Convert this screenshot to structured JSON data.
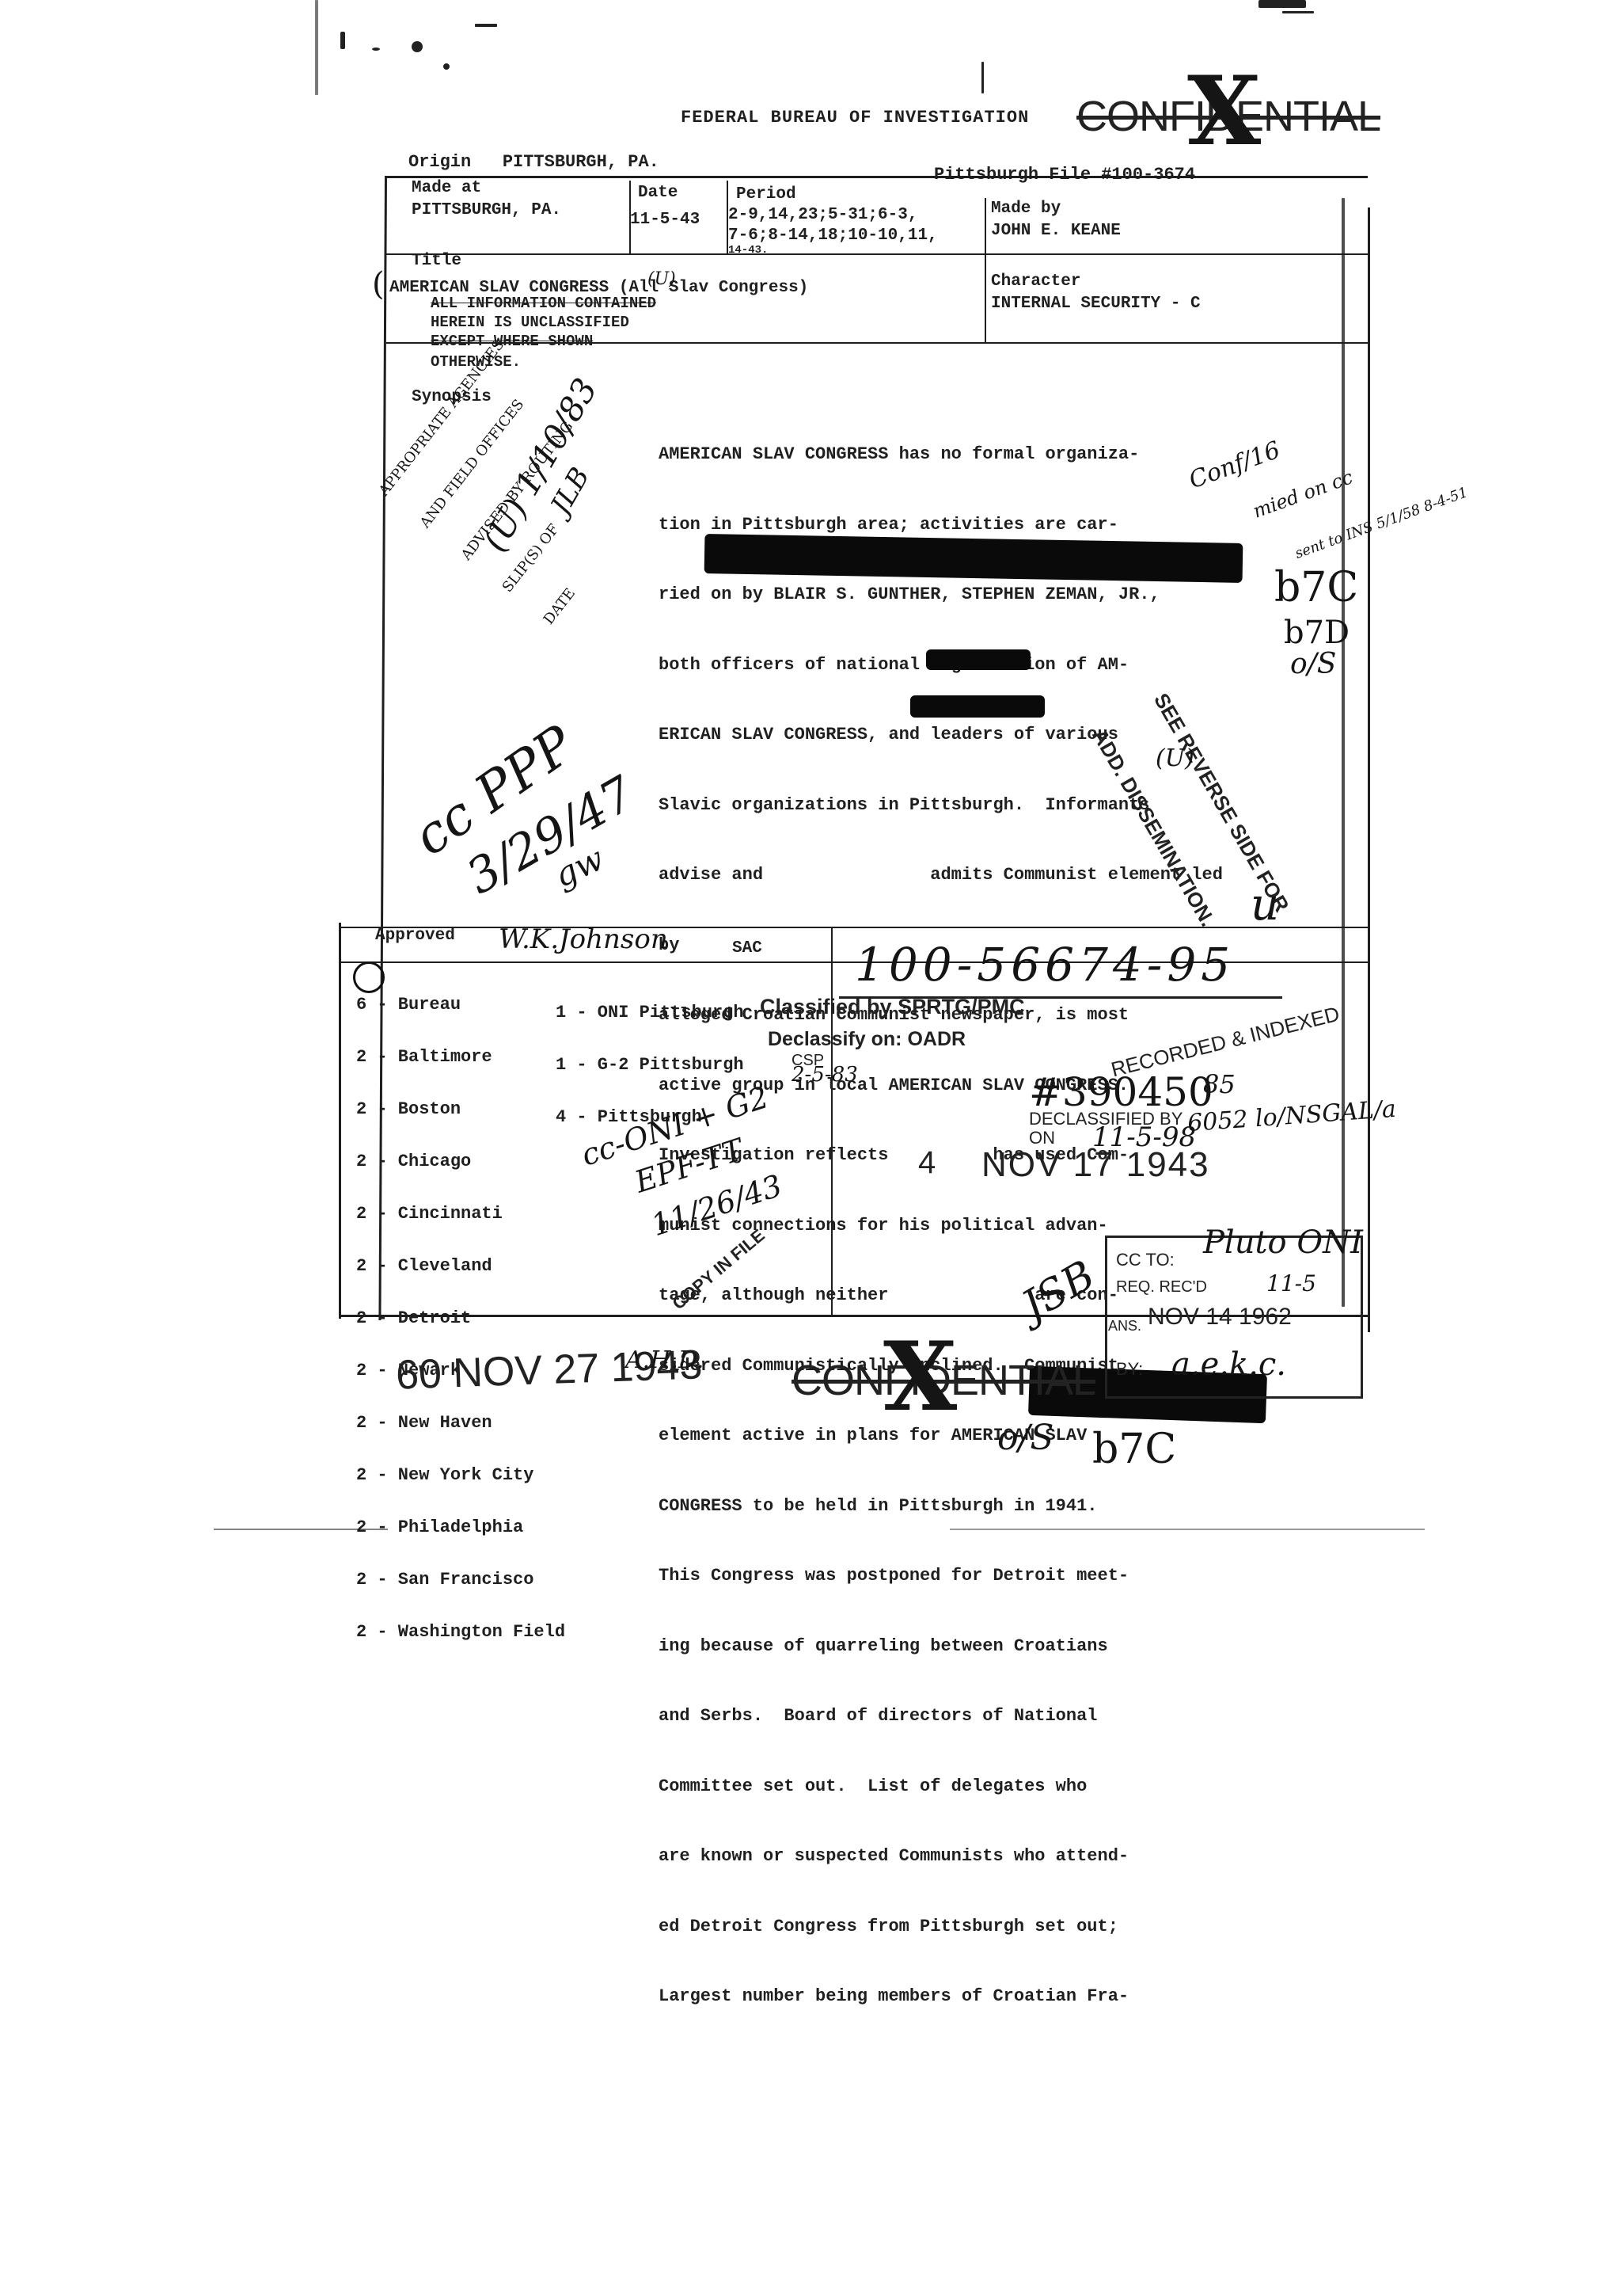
{
  "header": {
    "agency": "FEDERAL BUREAU OF INVESTIGATION",
    "classification_top": "CONFIDENTIAL",
    "origin": "Origin   PITTSBURGH, PA.",
    "file_no": "Pittsburgh File #100-3674"
  },
  "form": {
    "made_at_label": "Made at",
    "made_at_value": "PITTSBURGH, PA.",
    "date_label": "Date",
    "date_value": "11-5-43",
    "period_label": "Period",
    "period_lines": [
      "2-9,14,23;5-31;6-3,",
      "7-6;8-14,18;10-10,11,",
      "14-43."
    ],
    "made_by_label": "Made by",
    "made_by_value": "JOHN E. KEANE",
    "title_label": "Title",
    "title_value": "AMERICAN SLAV CONGRESS (All Slav Congress)",
    "character_label": "Character",
    "character_value": "INTERNAL SECURITY - C",
    "unclass_lines": [
      "ALL INFORMATION CONTAINED",
      "HEREIN IS UNCLASSIFIED",
      "EXCEPT WHERE SHOWN",
      "OTHERWISE."
    ],
    "synopsis_label": "Synopsis",
    "synopsis_lines": [
      "AMERICAN SLAV CONGRESS has no formal organiza-",
      "tion in Pittsburgh area; activities are car-",
      "ried on by BLAIR S. GUNTHER, STEPHEN ZEMAN, JR.,",
      "both officers of national organization of AM-",
      "ERICAN SLAV CONGRESS, and leaders of various",
      "Slavic organizations in Pittsburgh.  Informants",
      "advise and                admits Communist element led",
      "by",
      "alleged Croatian Communist newspaper, is most",
      "active group in local AMERICAN SLAV CONGRESS.",
      "Investigation reflects          has used Com-",
      "munist connections for his political advan-",
      "tage, although neither              are con-",
      "sidered Communistically inclined.  Communist",
      "element active in plans for AMERICAN SLAV",
      "CONGRESS to be held in Pittsburgh in 1941.",
      "This Congress was postponed for Detroit meet-",
      "ing because of quarreling between Croatians",
      "and Serbs.  Board of directors of National",
      "Committee set out.  List of delegates who",
      "are known or suspected Communists who attend-",
      "ed Detroit Congress from Pittsburgh set out;",
      "Largest number being members of Croatian Fra-"
    ],
    "approved_label": "Approved",
    "approved_signature": "W.K.Johnson",
    "sac_label": "SAC",
    "bureau_file": "100-56674-95"
  },
  "distribution_left": [
    "6 - Bureau",
    "2 - Baltimore",
    "2 - Boston",
    "2 - Chicago",
    "2 - Cincinnati",
    "2 - Cleveland",
    "2 - Detroit",
    "2 - Newark",
    "2 - New Haven",
    "2 - New York City",
    "2 - Philadelphia",
    "2 - San Francisco",
    "2 - Washington Field"
  ],
  "distribution_mid": [
    "1 - ONI Pittsburgh",
    "1 - G-2 Pittsburgh",
    "4 - Pittsburgh"
  ],
  "stamps": {
    "classified_by": "Classified by SPRTG/PMC",
    "declassify_on": "Declassify on: OADR",
    "csp": "CSP",
    "csp_date": "2-5-83",
    "recorded": "RECORDED & INDEXED",
    "recorded_no": "#390450",
    "recorded_sub": "85",
    "declassified_by": "DECLASSIFIED BY",
    "declassified_on": "ON",
    "declassified_date": "11-5-98",
    "declassified_code": "6052 lo/NSGAL/a",
    "received_serial": "4",
    "received_date": "NOV 17 1943",
    "copy_in_file": "COPY IN FILE",
    "filed_date": "60 NOV 27 1943",
    "classification_bottom": "CONFIDENTIAL",
    "cc_to_label": "CC TO:",
    "cc_to_value": "Pluto ONI",
    "cc_req_label": "REQ. REC'D",
    "cc_req_value": "11-5",
    "cc_date": "NOV 14 1962",
    "cc_ans_label": "ANS.",
    "cc_by_label": "BY:"
  },
  "handwritten": {
    "appropriate": [
      "APPROPRIATE AGENCIES",
      "AND FIELD OFFICES",
      "ADVISED BY ROUTING",
      "SLIP(S) OF",
      "DATE"
    ],
    "class_note": "(U) 1/10/83",
    "class_note_mark": "JLB",
    "cc_ppp": "cc PPP",
    "cc_ppp_date": "3/29/47",
    "cc_ppp_init": "gw",
    "confid": [
      "Conf/16",
      "mied on cc",
      "sent to INS 5/1/58 8-4-51"
    ],
    "b7c_1": "b7C",
    "b7d": "b7D",
    "os_1": "o/S",
    "see_reverse": [
      "SEE REVERSE SIDE FOR",
      "ADD. DISSEMINATION."
    ],
    "u_mark_1": "(U)",
    "u_mark_2": "u",
    "cc_oni": [
      "cc-ONI + G2",
      "EPF-TT",
      "11/26/43"
    ],
    "init_2": "JSB",
    "os_2": "o/S",
    "b7c_2": "b7C",
    "by_sig": "a.e.k.c.",
    "filed_init": "A.H.D."
  }
}
